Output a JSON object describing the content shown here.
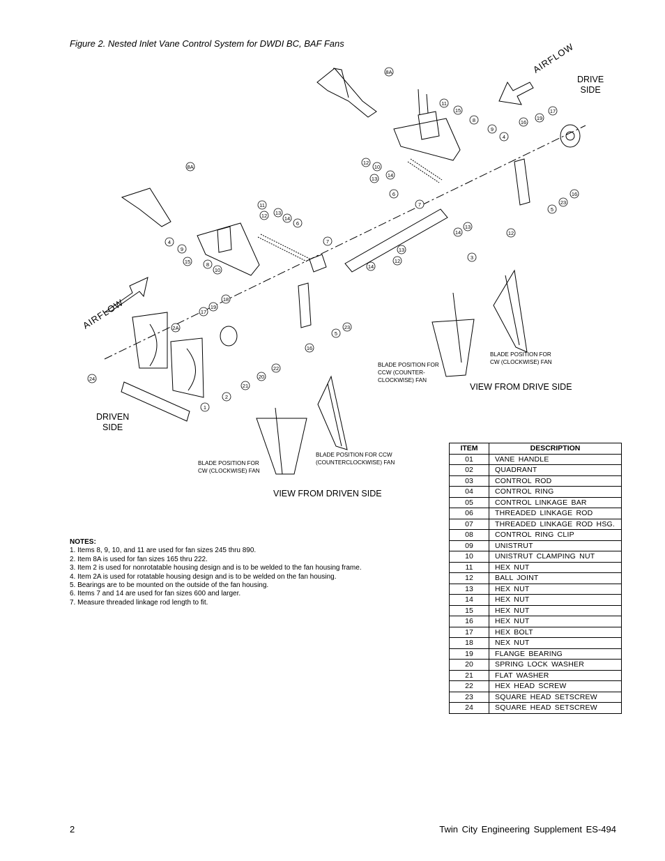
{
  "figure_title": "Figure 2. Nested Inlet Vane Control System for DWDI BC, BAF Fans",
  "labels": {
    "drive_side": "DRIVE\nSIDE",
    "driven_side": "DRIVEN\nSIDE",
    "airflow": "AIRFLOW",
    "view_drive": "VIEW FROM DRIVE SIDE",
    "view_driven": "VIEW FROM DRIVEN SIDE",
    "ccw_drive": "BLADE POSITION FOR\nCCW (COUNTER-\nCLOCKWISE) FAN",
    "cw_drive": "BLADE POSITION FOR\nCW (CLOCKWISE) FAN",
    "ccw_driven": "BLADE POSITION FOR CCW\n(COUNTERCLOCKWISE) FAN",
    "cw_driven": "BLADE POSITION FOR\nCW (CLOCKWISE) FAN"
  },
  "balloons": [
    "8A",
    "11",
    "15",
    "8",
    "9",
    "4",
    "16",
    "19",
    "17",
    "12",
    "10",
    "13",
    "14",
    "6",
    "7",
    "5",
    "23",
    "16",
    "8A",
    "11",
    "12",
    "13",
    "14",
    "6",
    "4",
    "9",
    "15",
    "8",
    "10",
    "7",
    "13",
    "12",
    "14",
    "3",
    "13",
    "14",
    "12",
    "18",
    "19",
    "17",
    "2A",
    "22",
    "20",
    "21",
    "2",
    "1",
    "24",
    "5",
    "23",
    "16"
  ],
  "notes": {
    "heading": "NOTES:",
    "items": [
      "1. Items 8, 9, 10, and 11 are used for fan sizes 245 thru 890.",
      "2. Item 8A is used for fan sizes 165 thru 222.",
      "3. Item 2 is used for nonrotatable housing design and is to be welded to the fan housing frame.",
      "4. Item 2A is used for rotatable housing design and is to be welded on the fan housing.",
      "5. Bearings are to be mounted on the outside of the fan housing.",
      "6. Items 7 and 14 are used for fan sizes 600 and larger.",
      "7. Measure threaded linkage rod length to fit."
    ]
  },
  "parts_table": {
    "headers": [
      "ITEM",
      "DESCRIPTION"
    ],
    "rows": [
      [
        "01",
        "VANE HANDLE"
      ],
      [
        "02",
        "QUADRANT"
      ],
      [
        "03",
        "CONTROL ROD"
      ],
      [
        "04",
        "CONTROL RING"
      ],
      [
        "05",
        "CONTROL LINKAGE BAR"
      ],
      [
        "06",
        "THREADED LINKAGE ROD"
      ],
      [
        "07",
        "THREADED LINKAGE ROD HSG."
      ],
      [
        "08",
        "CONTROL RING CLIP"
      ],
      [
        "09",
        "UNISTRUT"
      ],
      [
        "10",
        "UNISTRUT CLAMPING NUT"
      ],
      [
        "11",
        "HEX NUT"
      ],
      [
        "12",
        "BALL JOINT"
      ],
      [
        "13",
        "HEX NUT"
      ],
      [
        "14",
        "HEX NUT"
      ],
      [
        "15",
        "HEX NUT"
      ],
      [
        "16",
        "HEX NUT"
      ],
      [
        "17",
        "HEX BOLT"
      ],
      [
        "18",
        "NEX NUT"
      ],
      [
        "19",
        "FLANGE BEARING"
      ],
      [
        "20",
        "SPRING LOCK WASHER"
      ],
      [
        "21",
        "FLAT WASHER"
      ],
      [
        "22",
        "HEX HEAD SCREW"
      ],
      [
        "23",
        "SQUARE HEAD SETSCREW"
      ],
      [
        "24",
        "SQUARE HEAD SETSCREW"
      ]
    ]
  },
  "footer": {
    "page_number": "2",
    "doc_title": "Twin City Engineering Supplement ES-494"
  }
}
